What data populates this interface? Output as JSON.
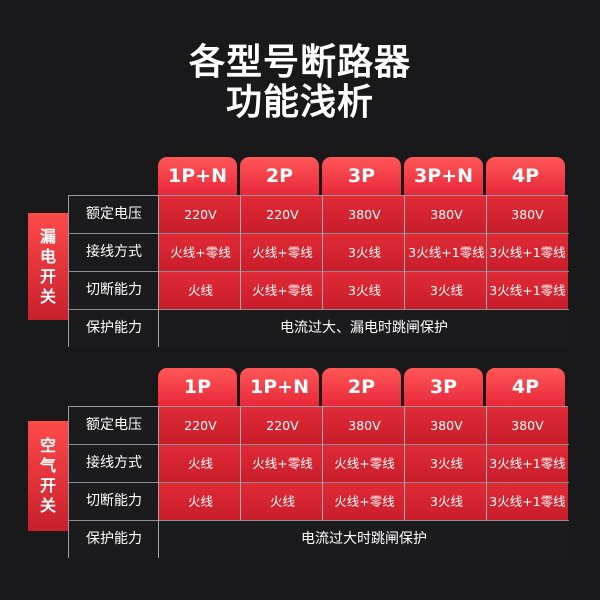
{
  "title": {
    "line1": "各型号断路器",
    "line2": "功能浅析"
  },
  "leakage_switch": {
    "side_label": [
      "漏",
      "电",
      "开",
      "关"
    ],
    "models": [
      "1P+N",
      "2P",
      "3P",
      "3P+N",
      "4P"
    ],
    "rows": [
      {
        "label": "额定电压",
        "values": [
          "220V",
          "220V",
          "380V",
          "380V",
          "380V"
        ]
      },
      {
        "label": "接线方式",
        "values": [
          "火线+零线",
          "火线+零线",
          "3火线",
          "3火线+1零线",
          "3火线+1零线"
        ]
      },
      {
        "label": "切断能力",
        "values": [
          "火线",
          "火线+零线",
          "3火线",
          "3火线",
          "3火线+1零线"
        ]
      }
    ],
    "protection": {
      "label": "保护能力",
      "value": "电流过大、漏电时跳闸保护"
    }
  },
  "air_switch": {
    "side_label": [
      "空",
      "气",
      "开",
      "关"
    ],
    "models": [
      "1P",
      "1P+N",
      "2P",
      "3P",
      "4P"
    ],
    "rows": [
      {
        "label": "额定电压",
        "values": [
          "220V",
          "220V",
          "380V",
          "380V",
          "380V"
        ]
      },
      {
        "label": "接线方式",
        "values": [
          "火线",
          "火线+零线",
          "火线+零线",
          "3火线",
          "3火线+1零线"
        ]
      },
      {
        "label": "切断能力",
        "values": [
          "火线",
          "火线",
          "火线+零线",
          "3火线",
          "3火线+1零线"
        ]
      }
    ],
    "protection": {
      "label": "保护能力",
      "value": "电流过大时跳闸保护"
    }
  },
  "colors": {
    "background": "#19191c",
    "accent_red": "#e12b36"
  }
}
